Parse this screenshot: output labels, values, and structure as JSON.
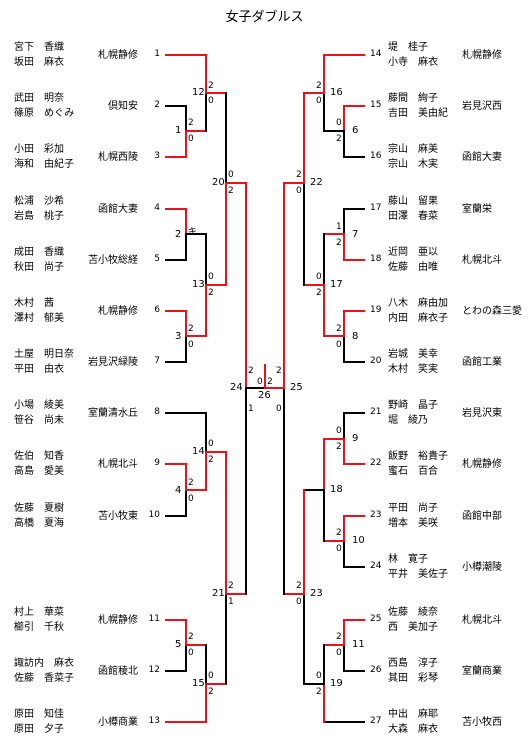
{
  "title": "女子ダブルス",
  "colors": {
    "winner": "#e3141b",
    "loser": "#000000"
  },
  "left_entries": [
    {
      "num": "1",
      "p1": "宮下　香織",
      "p2": "坂田　麻衣",
      "school": "札幌静修"
    },
    {
      "num": "2",
      "p1": "武田　明奈",
      "p2": "篠原　めぐみ",
      "school": "倶知安"
    },
    {
      "num": "3",
      "p1": "小田　彩加",
      "p2": "海和　由紀子",
      "school": "札幌西陵"
    },
    {
      "num": "4",
      "p1": "松浦　沙希",
      "p2": "岩島　桃子",
      "school": "函館大妻"
    },
    {
      "num": "5",
      "p1": "成田　香織",
      "p2": "秋田　尚子",
      "school": "苫小牧総経"
    },
    {
      "num": "6",
      "p1": "木村　茜",
      "p2": "澤村　郁美",
      "school": "札幌静修"
    },
    {
      "num": "7",
      "p1": "土屋　明日奈",
      "p2": "平田　由衣",
      "school": "岩見沢緑陵"
    },
    {
      "num": "8",
      "p1": "小場　綾美",
      "p2": "笹谷　尚未",
      "school": "室蘭清水丘"
    },
    {
      "num": "9",
      "p1": "佐伯　知香",
      "p2": "高島　愛美",
      "school": "札幌北斗"
    },
    {
      "num": "10",
      "p1": "佐藤　夏樹",
      "p2": "高橋　夏海",
      "school": "苫小牧東"
    },
    {
      "num": "11",
      "p1": "村上　華菜",
      "p2": "櫛引　千秋",
      "school": "札幌静修"
    },
    {
      "num": "12",
      "p1": "諏訪内　麻衣",
      "p2": "佐藤　香菜子",
      "school": "函館稜北"
    },
    {
      "num": "13",
      "p1": "原田　知佳",
      "p2": "原田　夕子",
      "school": "小樽商業"
    }
  ],
  "right_entries": [
    {
      "num": "14",
      "p1": "堤　桂子",
      "p2": "小寺　麻衣",
      "school": "札幌静修"
    },
    {
      "num": "15",
      "p1": "藤間　絢子",
      "p2": "吉田　美由紀",
      "school": "岩見沢西"
    },
    {
      "num": "16",
      "p1": "宗山　麻美",
      "p2": "宗山　木実",
      "school": "函館大妻"
    },
    {
      "num": "17",
      "p1": "藤山　留果",
      "p2": "田澤　春菜",
      "school": "室蘭栄"
    },
    {
      "num": "18",
      "p1": "近岡　亜以",
      "p2": "佐藤　由唯",
      "school": "札幌北斗"
    },
    {
      "num": "19",
      "p1": "八木　麻由加",
      "p2": "内田　麻衣子",
      "school": "とわの森三愛"
    },
    {
      "num": "20",
      "p1": "岩城　美幸",
      "p2": "木村　笑実",
      "school": "函館工業"
    },
    {
      "num": "21",
      "p1": "野崎　晶子",
      "p2": "堀　綾乃",
      "school": "岩見沢東"
    },
    {
      "num": "22",
      "p1": "飯野　裕貴子",
      "p2": "蜜石　百合",
      "school": "札幌静修"
    },
    {
      "num": "23",
      "p1": "平田　尚子",
      "p2": "増本　美咲",
      "school": "函館中部"
    },
    {
      "num": "24",
      "p1": "林　寛子",
      "p2": "平井　美佐子",
      "school": "小樽潮陵"
    },
    {
      "num": "25",
      "p1": "佐藤　綾奈",
      "p2": "西　美加子",
      "school": "札幌北斗"
    },
    {
      "num": "26",
      "p1": "西島　淳子",
      "p2": "其田　彩琴",
      "school": "室蘭商業"
    },
    {
      "num": "27",
      "p1": "中出　麻耶",
      "p2": "大森　麻衣",
      "school": "苫小牧西"
    }
  ],
  "left_matches": [
    {
      "id": "1",
      "label": "1",
      "s": [
        "2",
        "0"
      ]
    },
    {
      "id": "12",
      "label": "12",
      "s": [
        "2",
        "0"
      ]
    },
    {
      "id": "k",
      "label": "2",
      "s": [
        "キ",
        ""
      ]
    },
    {
      "id": "3",
      "label": "3",
      "s": [
        "2",
        "0"
      ]
    },
    {
      "id": "13",
      "label": "13",
      "s": [
        "0",
        "2"
      ]
    },
    {
      "id": "20",
      "label": "20",
      "s": [
        "0",
        "2"
      ]
    },
    {
      "id": "4",
      "label": "4",
      "s": [
        "2",
        "0"
      ]
    },
    {
      "id": "14",
      "label": "14",
      "s": [
        "0",
        "2"
      ]
    },
    {
      "id": "5",
      "label": "5",
      "s": [
        "2",
        "0"
      ]
    },
    {
      "id": "15",
      "label": "15",
      "s": [
        "0",
        "2"
      ]
    },
    {
      "id": "21",
      "label": "21",
      "s": [
        "2",
        "1"
      ]
    },
    {
      "id": "24",
      "label": "24",
      "s": [
        "2",
        "1"
      ]
    }
  ],
  "right_matches": [
    {
      "id": "6",
      "label": "6",
      "s": [
        "0",
        "2"
      ]
    },
    {
      "id": "16",
      "label": "16",
      "s": [
        "2",
        "0"
      ]
    },
    {
      "id": "7",
      "label": "7",
      "s": [
        "1",
        "2"
      ]
    },
    {
      "id": "8",
      "label": "8",
      "s": [
        "2",
        "0"
      ]
    },
    {
      "id": "17",
      "label": "17",
      "s": [
        "0",
        "2"
      ]
    },
    {
      "id": "22",
      "label": "22",
      "s": [
        "2",
        "0"
      ]
    },
    {
      "id": "9",
      "label": "9",
      "s": [
        "0",
        "2"
      ]
    },
    {
      "id": "10",
      "label": "10",
      "s": [
        "2",
        "0"
      ]
    },
    {
      "id": "18",
      "label": "18",
      "s": [
        "",
        ""
      ]
    },
    {
      "id": "11",
      "label": "11",
      "s": [
        "2",
        "0"
      ]
    },
    {
      "id": "19",
      "label": "19",
      "s": [
        "0",
        "2"
      ]
    },
    {
      "id": "23",
      "label": "23",
      "s": [
        "2",
        "0"
      ]
    },
    {
      "id": "25",
      "label": "25",
      "s": [
        "2",
        "0"
      ]
    }
  ],
  "final": {
    "label": "26",
    "s": [
      "0",
      "2"
    ]
  }
}
